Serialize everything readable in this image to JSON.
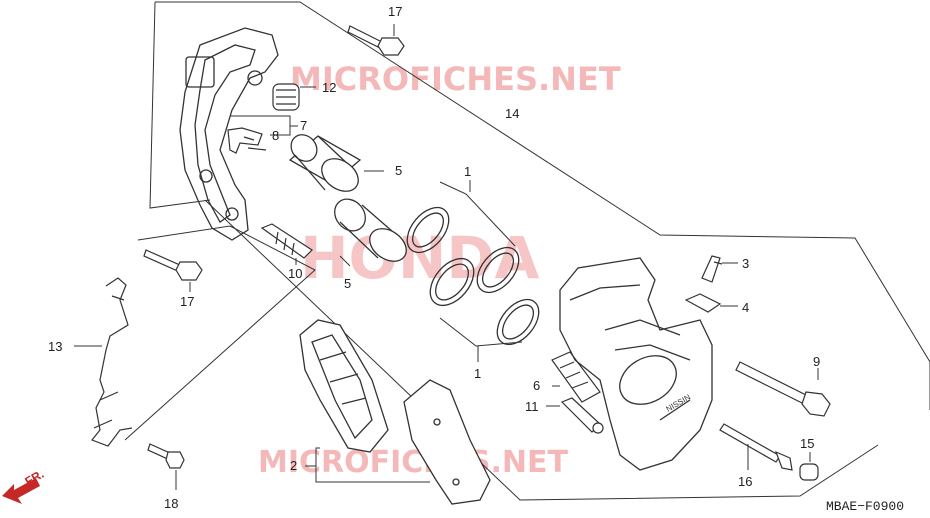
{
  "watermarks": {
    "site_top": "MICROFICHES.NET",
    "brand": "HONDA",
    "site_bottom": "MICROFICHES.NET"
  },
  "direction_label": "FR.",
  "diagram_code": "MBAE−F0900",
  "callouts": {
    "c1a": "1",
    "c1b": "1",
    "c2": "2",
    "c3": "3",
    "c4": "4",
    "c5a": "5",
    "c5b": "5",
    "c6": "6",
    "c7": "7",
    "c8": "8",
    "c9": "9",
    "c10": "10",
    "c11": "11",
    "c12": "12",
    "c13": "13",
    "c14": "14",
    "c15": "15",
    "c16": "16",
    "c17a": "17",
    "c17b": "17",
    "c18": "18"
  },
  "colors": {
    "line": "#333333",
    "watermark": "#f4b8b8",
    "arrow": "#c62828"
  },
  "icons": {
    "direction": "front-direction-arrow-icon"
  }
}
